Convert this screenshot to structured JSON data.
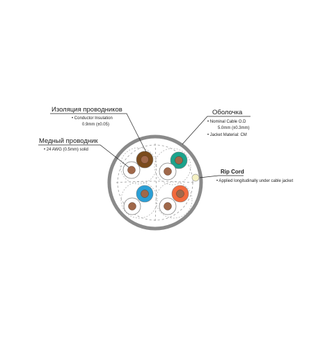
{
  "diagram": {
    "colors": {
      "jacket_outline": "#8a8a8a",
      "conductor_copper": "#a0684a",
      "insulation_outline": "#808080",
      "leader_line": "#222222",
      "rip_cord": "#f6f2c4",
      "pair_brown": "#7a4b1c",
      "pair_green": "#1ba38c",
      "pair_blue": "#2a9fd6",
      "pair_orange": "#f26a3c"
    },
    "pairs": [
      {
        "name": "brown",
        "color_key": "pair_brown"
      },
      {
        "name": "green",
        "color_key": "pair_green"
      },
      {
        "name": "blue",
        "color_key": "pair_blue"
      },
      {
        "name": "orange",
        "color_key": "pair_orange"
      }
    ],
    "callouts": {
      "conductor_insulation": {
        "title": "Изоляция проводников",
        "lines": [
          "• Conductor Insulation",
          "0.9mm (±0.05)"
        ]
      },
      "jacket": {
        "title": "Оболочка",
        "lines": [
          "• Nominal Cable O.D",
          "5.0mm (±0.3mm)",
          "• Jacket Material: CM"
        ]
      },
      "copper_conductor": {
        "title": "Медный проводник",
        "lines": [
          "• 24 AWG (0.5mm) solid"
        ]
      },
      "rip_cord": {
        "title": "Rip Cord",
        "lines": [
          "• Applied longitudinally under cable jacket"
        ]
      }
    }
  }
}
